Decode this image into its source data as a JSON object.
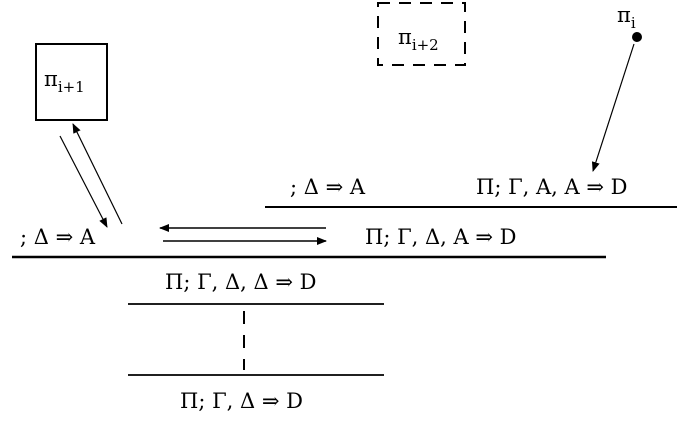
{
  "nodes": {
    "pi_i": {
      "base": "π",
      "sub": "i"
    },
    "pi_i_plus_1": {
      "base": "π",
      "sub": "i+1"
    },
    "pi_i_plus_2": {
      "base": "π",
      "sub": "i+2"
    }
  },
  "sequents": {
    "top_left": "; Δ ⇒ A",
    "top_right": "Π; Γ, A, A ⇒ D",
    "middle_left": "; Δ ⇒ A",
    "middle_right": "Π; Γ, Δ, A ⇒ D",
    "lower_upper": "Π; Γ, Δ, Δ ⇒ D",
    "bottom": "Π; Γ, Δ ⇒ D"
  },
  "colors": {
    "ink": "#000000",
    "background": "#ffffff"
  }
}
